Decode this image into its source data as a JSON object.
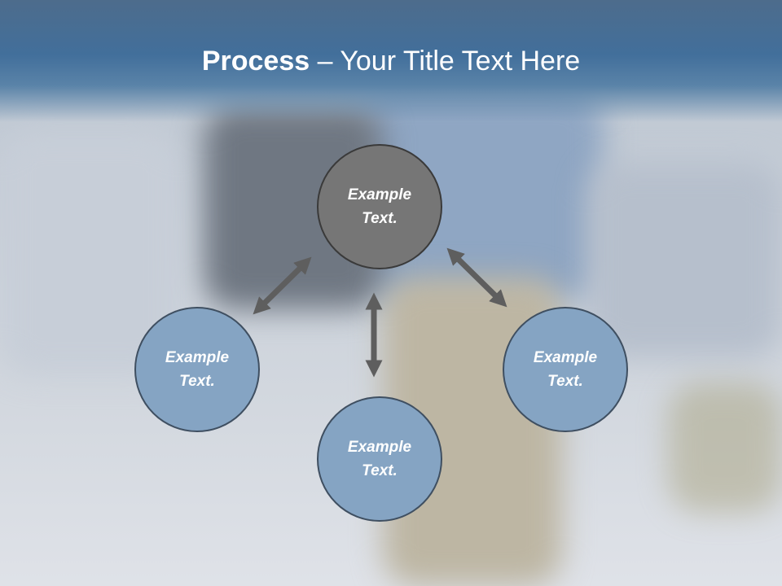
{
  "slide": {
    "title_bold": "Process",
    "title_rest": " – Your Title Text Here"
  },
  "diagram": {
    "center": {
      "text": "Example Text."
    },
    "left": {
      "text": "Example Text."
    },
    "right": {
      "text": "Example Text."
    },
    "bottom": {
      "text": "Example Text."
    }
  },
  "colors": {
    "header": "#426f9b",
    "center_node": "#767676",
    "outer_node": "#85a4c3",
    "arrow": "#5e5e5e"
  }
}
